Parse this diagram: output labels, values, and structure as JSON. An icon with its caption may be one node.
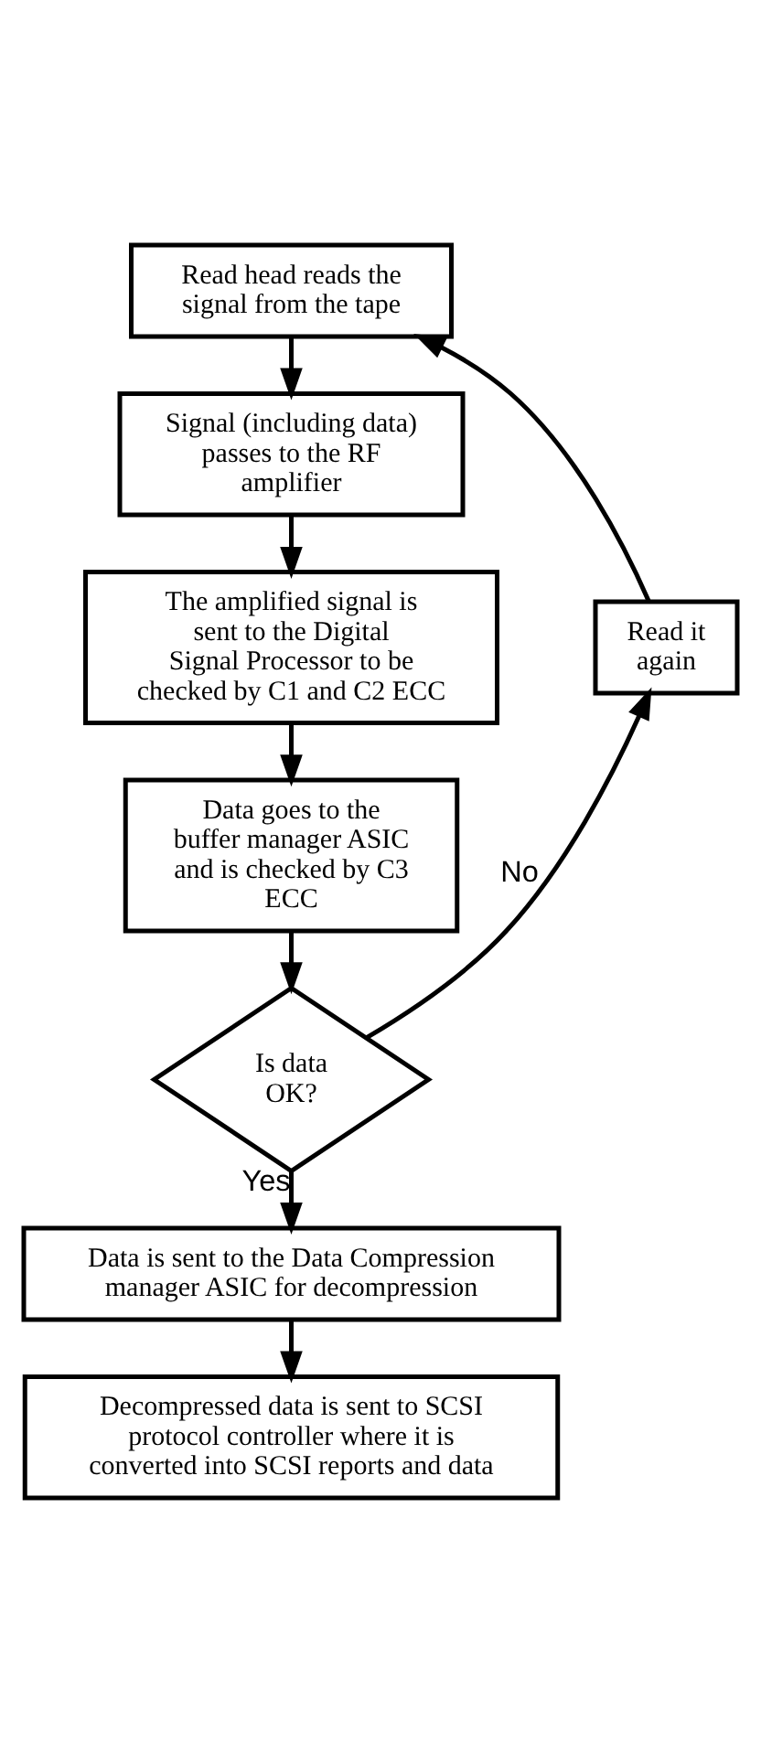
{
  "diagram": {
    "nodes": [
      {
        "text": [
          "Read head reads the signal from the tape"
        ]
      },
      {
        "text": [
          "Signal (including data) passes to the RF amplifier"
        ]
      },
      {
        "text": [
          "The amplified signal is sent to the Digital Signal Processor to be checked by C1 and C2 ECC"
        ]
      },
      {
        "text": [
          "Data goes to the buffer manager ASIC and is checked by C3 ECC"
        ]
      },
      {
        "text": [
          "Is data OK?"
        ]
      },
      {
        "text": [
          "Data is sent to the Data Compression manager ASIC for decompression"
        ]
      },
      {
        "text": [
          "Decompressed data is sent to SCSI protocol controller where it is converted into SCSI reports and data"
        ]
      },
      {
        "text": [
          "Read it again"
        ]
      }
    ],
    "edges": [
      {
        "from": 0,
        "to": 1,
        "arrow": "to"
      },
      {
        "from": 1,
        "to": 2,
        "arrow": "to"
      },
      {
        "from": 2,
        "to": 3,
        "arrow": "to"
      },
      {
        "from": 3,
        "to": 4,
        "arrow": "to"
      },
      {
        "from": 4,
        "to": 5,
        "arrow": "to",
        "label": "Yes"
      },
      {
        "from": 5,
        "to": 6,
        "arrow": "to"
      },
      {
        "from": 4,
        "to": 7,
        "arrow": "to",
        "label": "No"
      },
      {
        "from": 7,
        "to": 0,
        "arrow": "to"
      }
    ]
  }
}
